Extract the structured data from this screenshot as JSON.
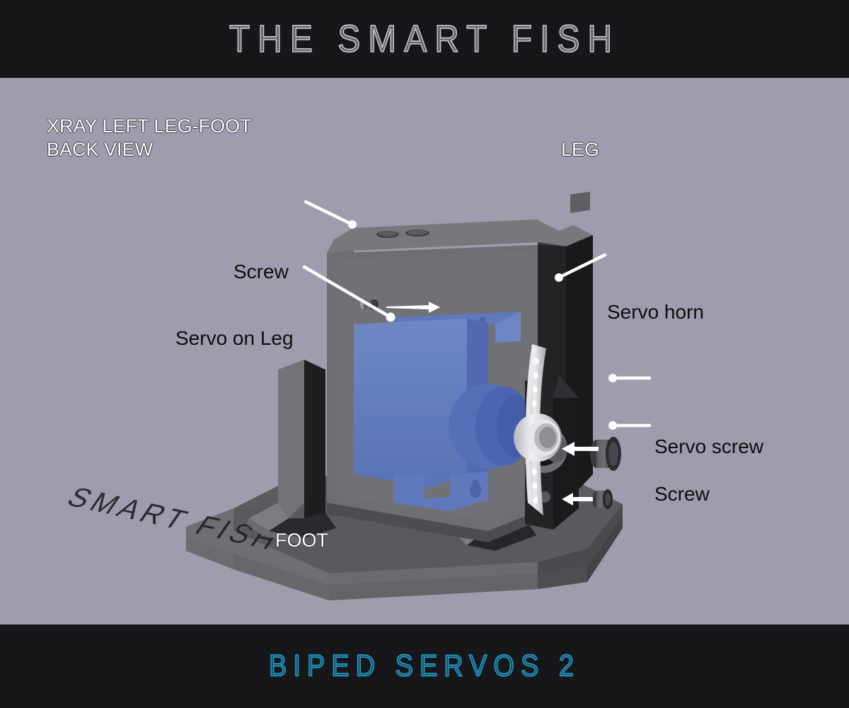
{
  "header": {
    "title": "THE SMART FISH"
  },
  "footer": {
    "title": "BIPED SERVOS 2"
  },
  "view": {
    "line1": "XRAY LEFT LEG-FOOT",
    "line2": "BACK VIEW"
  },
  "labels": {
    "leg": "LEG",
    "foot": "FOOT",
    "screw_top": "Screw",
    "servo_on_leg": "Servo on Leg",
    "servo_horn": "Servo horn",
    "servo_screw": "Servo screw",
    "screw_bottom": "Screw"
  },
  "engraving": {
    "base_text": "SMART FISH"
  },
  "colors": {
    "background": "#9d9dae",
    "banner": "#171719",
    "title_stroke": "#c9ccd2",
    "footer_stroke": "#1fa6d8",
    "leader_line": "#ffffff",
    "label_dark": "#0d0d0d",
    "label_light": "#ffffff",
    "servo_blue": "#5b7fd4",
    "leg_face": "#6e6e73",
    "leg_side_dark": "#17171a",
    "foot_top": "#5e5e62",
    "foot_edge": "#6f6f74",
    "horn_light": "#d9d9dc"
  }
}
